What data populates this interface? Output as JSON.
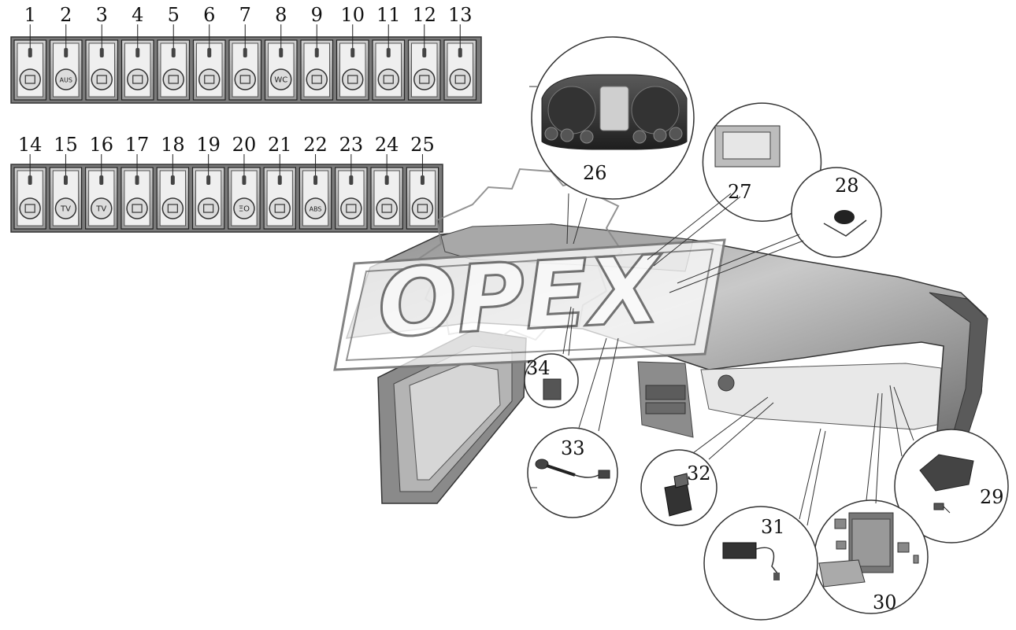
{
  "watermark": "OPEX",
  "switch_rows": [
    {
      "switches": [
        {
          "label": "1",
          "symbol": "seat-icon",
          "text": ""
        },
        {
          "label": "2",
          "symbol": "aus-icon",
          "text": "AUS"
        },
        {
          "label": "3",
          "symbol": "engine-icon",
          "text": ""
        },
        {
          "label": "4",
          "symbol": "heater-front-icon",
          "text": ""
        },
        {
          "label": "5",
          "symbol": "heater-rear-icon",
          "text": ""
        },
        {
          "label": "6",
          "symbol": "fan-icon",
          "text": ""
        },
        {
          "label": "7",
          "symbol": "fan-small-icon",
          "text": ""
        },
        {
          "label": "8",
          "symbol": "wc-icon",
          "text": "WC"
        },
        {
          "label": "9",
          "symbol": "hazard-icon",
          "text": ""
        },
        {
          "label": "10",
          "symbol": "fuel-icon",
          "text": ""
        },
        {
          "label": "11",
          "symbol": "fuel-pump-icon",
          "text": ""
        },
        {
          "label": "12",
          "symbol": "heater-core-icon",
          "text": ""
        },
        {
          "label": "13",
          "symbol": "sun-icon",
          "text": ""
        }
      ]
    },
    {
      "switches": [
        {
          "label": "14",
          "symbol": "gear-icon",
          "text": ""
        },
        {
          "label": "15",
          "symbol": "tv-icon",
          "text": "TV"
        },
        {
          "label": "16",
          "symbol": "tv-small-icon",
          "text": "TV"
        },
        {
          "label": "17",
          "symbol": "seat-belt-icon",
          "text": ""
        },
        {
          "label": "18",
          "symbol": "step-icon",
          "text": ""
        },
        {
          "label": "19",
          "symbol": "door-lamp-icon",
          "text": ""
        },
        {
          "label": "20",
          "symbol": "light-icon",
          "text": "ΞO"
        },
        {
          "label": "21",
          "symbol": "wheel-icon",
          "text": ""
        },
        {
          "label": "22",
          "symbol": "abs-icon",
          "text": "ABS"
        },
        {
          "label": "23",
          "symbol": "bus-icon",
          "text": ""
        },
        {
          "label": "24",
          "symbol": "fog-light-icon",
          "text": ""
        },
        {
          "label": "25",
          "symbol": "rear-fog-icon",
          "text": ""
        }
      ]
    }
  ],
  "callouts": [
    {
      "label": "26",
      "part": "instrument-cluster"
    },
    {
      "label": "27",
      "part": "display-monitor"
    },
    {
      "label": "28",
      "part": "speaker-sensor"
    },
    {
      "label": "29",
      "part": "control-module"
    },
    {
      "label": "30",
      "part": "fuse-relay-box"
    },
    {
      "label": "31",
      "part": "wiring-sensor"
    },
    {
      "label": "32",
      "part": "relay"
    },
    {
      "label": "33",
      "part": "cigarette-lighter"
    },
    {
      "label": "34",
      "part": "connector-switch"
    }
  ]
}
